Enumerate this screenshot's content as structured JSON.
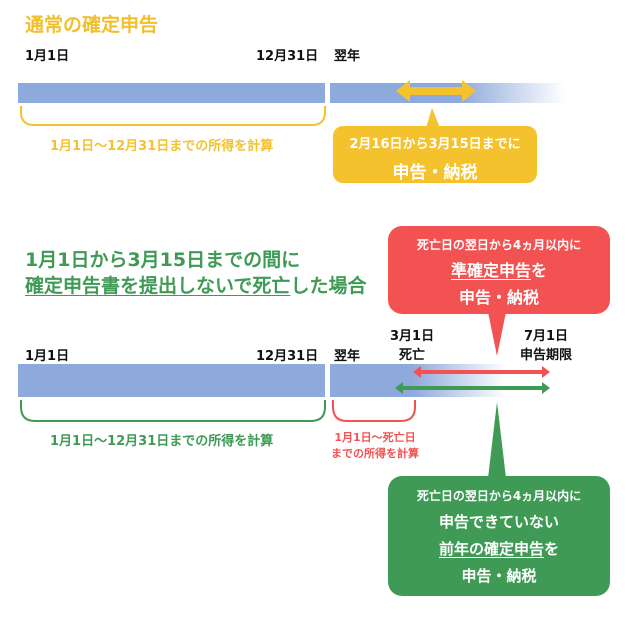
{
  "colors": {
    "yellow": "#f4c22c",
    "blue": "#8eaadc",
    "red": "#f25252",
    "green": "#3f9a55"
  },
  "section1": {
    "title": "通常の確定申告",
    "label_start": "1月1日",
    "label_end": "12月31日",
    "label_next": "翌年",
    "bracket_text": "1月1日〜12月31日までの所得を計算",
    "box_line1": "2月16日から3月15日までに",
    "box_line2": "申告・納税"
  },
  "section2": {
    "title_line1": "1月1日から3月15日までの間に",
    "title_line2_underlined": "確定申告書を提出しないで死亡",
    "title_line2_rest": "した場合",
    "label_start": "1月1日",
    "label_end": "12月31日",
    "label_next": "翌年",
    "label_death_date": "3月1日",
    "label_death": "死亡",
    "label_deadline_date": "7月1日",
    "label_deadline": "申告期限",
    "bracket_text_green": "1月1日〜12月31日までの所得を計算",
    "bracket_text_red_line1": "1月1日〜死亡日",
    "bracket_text_red_line2": "までの所得を計算",
    "red_box": {
      "line1": "死亡日の翌日から4ヵ月以内に",
      "line2_underlined": "準確定申告",
      "line2_rest": "を",
      "line3": "申告・納税"
    },
    "green_box": {
      "line1": "死亡日の翌日から4ヵ月以内に",
      "line2": "申告できていない",
      "line3_underlined": "前年の確定申告",
      "line3_rest": "を",
      "line4": "申告・納税"
    }
  }
}
